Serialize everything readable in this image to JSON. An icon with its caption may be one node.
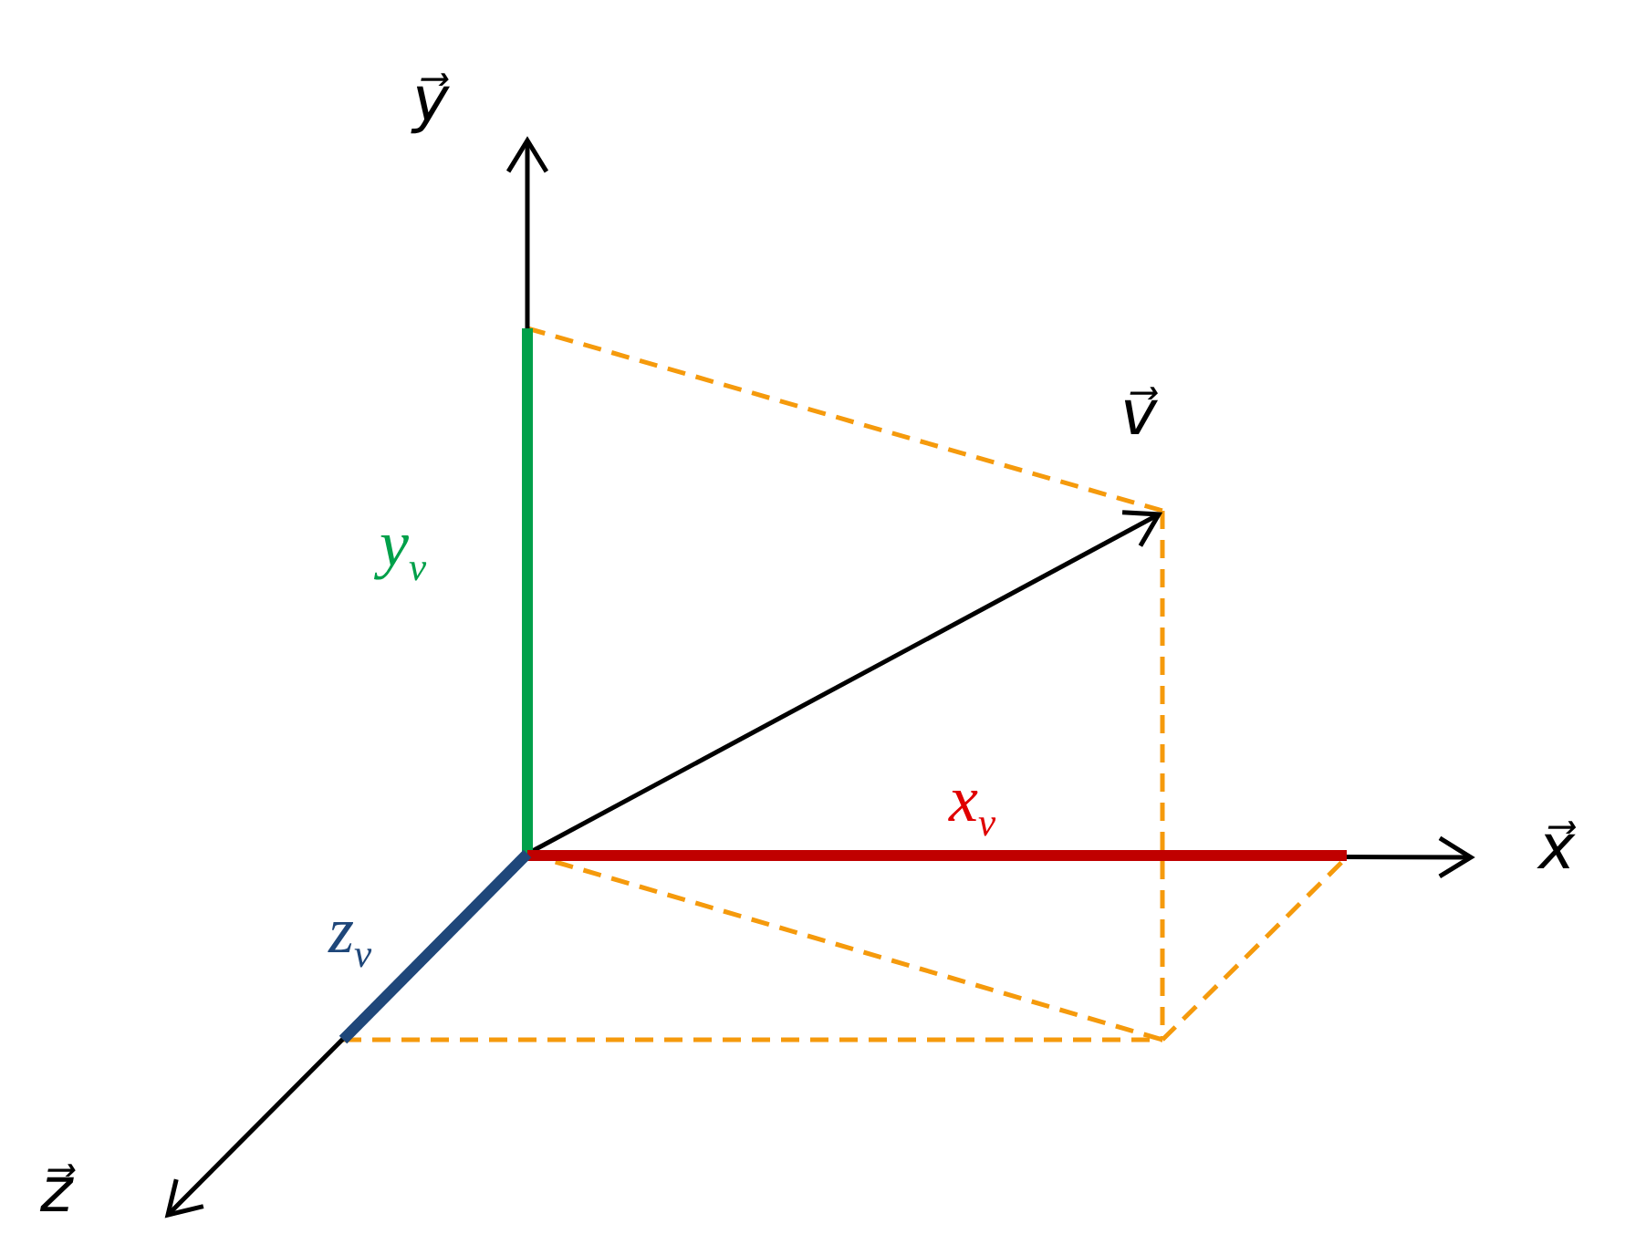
{
  "diagram": {
    "labels": [
      "y⃗",
      "v⃗",
      "*y*$_{v}$",
      "*x*$_{v}$",
      "x⃗",
      "*z*$_{v}$",
      "z⃗"
    ]
  }
}
